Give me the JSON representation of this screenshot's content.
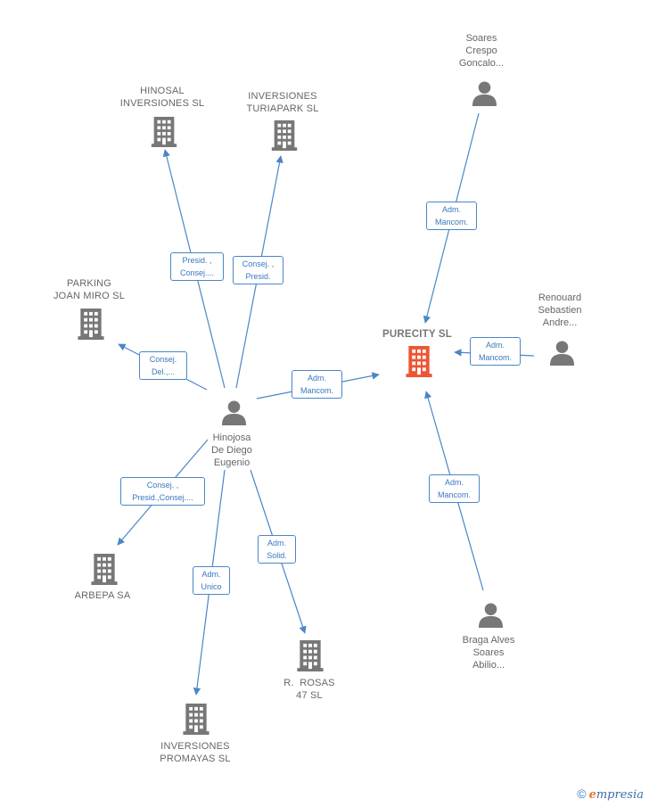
{
  "colors": {
    "edge": "#4a86c8",
    "icon": "#777777",
    "focus_icon": "#ee5533",
    "label": "#666666"
  },
  "focus": {
    "name": "PURECITY SL",
    "icon": "building-icon-highlighted"
  },
  "center": {
    "lines": [
      "Hinojosa",
      "De Diego",
      "Eugenio"
    ],
    "icon": "person-icon"
  },
  "companies": [
    {
      "key": "hinosal",
      "lines": [
        "HINOSAL",
        "INVERSIONES SL"
      ],
      "icon": "building-icon"
    },
    {
      "key": "turiapark",
      "lines": [
        "INVERSIONES",
        "TURIAPARK SL"
      ],
      "icon": "building-icon"
    },
    {
      "key": "parking",
      "lines": [
        "PARKING",
        "JOAN MIRO SL"
      ],
      "icon": "building-icon"
    },
    {
      "key": "arbepa",
      "lines": [
        "ARBEPA SA"
      ],
      "icon": "building-icon"
    },
    {
      "key": "promayas",
      "lines": [
        "INVERSIONES",
        "PROMAYAS SL"
      ],
      "icon": "building-icon"
    },
    {
      "key": "rosas",
      "lines": [
        "R.  ROSAS",
        "47 SL"
      ],
      "icon": "building-icon"
    }
  ],
  "persons": [
    {
      "key": "soares",
      "lines": [
        "Soares",
        "Crespo",
        "Goncalo..."
      ],
      "icon": "person-icon"
    },
    {
      "key": "renouard",
      "lines": [
        "Renouard",
        "Sebastien",
        "Andre..."
      ],
      "icon": "person-icon"
    },
    {
      "key": "braga",
      "lines": [
        "Braga Alves",
        "Soares",
        "Abilio..."
      ],
      "icon": "person-icon"
    }
  ],
  "edges": [
    {
      "key": "e-hinosal",
      "lines": [
        "Presid. ,",
        "Consej...."
      ]
    },
    {
      "key": "e-turiapark",
      "lines": [
        "Consej. ,",
        "Presid."
      ]
    },
    {
      "key": "e-parking",
      "lines": [
        "Consej.",
        "Del.,..."
      ]
    },
    {
      "key": "e-purecity",
      "lines": [
        "Adm.",
        "Mancom."
      ]
    },
    {
      "key": "e-arbepa",
      "lines": [
        "Consej. ,",
        "Presid.,Consej...."
      ]
    },
    {
      "key": "e-promayas",
      "lines": [
        "Adm.",
        "Unico"
      ]
    },
    {
      "key": "e-rosas",
      "lines": [
        "Adm.",
        "Solid."
      ]
    },
    {
      "key": "e-soares",
      "lines": [
        "Adm.",
        "Mancom."
      ]
    },
    {
      "key": "e-renouard",
      "lines": [
        "Adm.",
        "Mancom."
      ]
    },
    {
      "key": "e-braga",
      "lines": [
        "Adm.",
        "Mancom."
      ]
    }
  ],
  "brand": {
    "copyright": "©",
    "initial": "e",
    "rest": "mpresia"
  }
}
